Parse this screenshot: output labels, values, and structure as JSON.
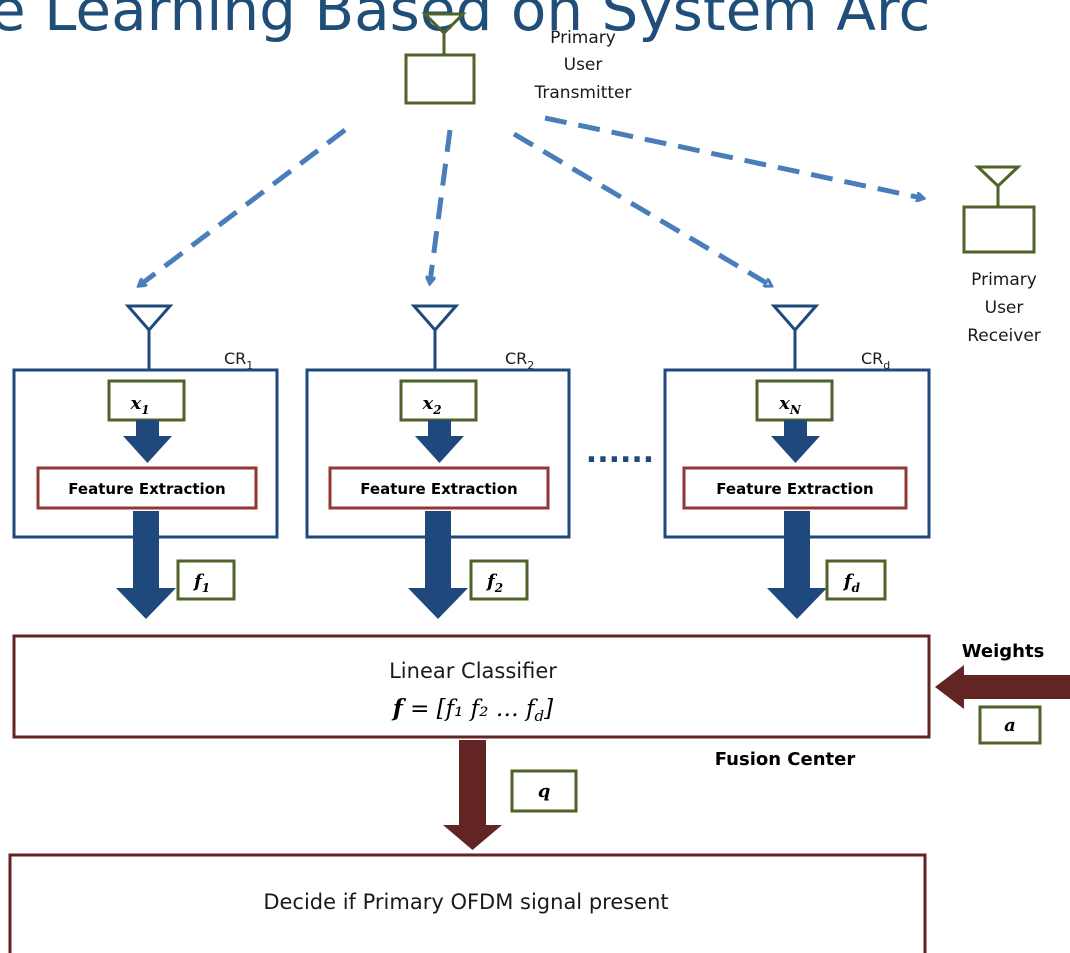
{
  "title_fragment": "e Learning Based on System Arc",
  "primary_tx": {
    "line1": "Primary",
    "line2": "User",
    "line3": "Transmitter"
  },
  "primary_rx": {
    "line1": "Primary",
    "line2": "User",
    "line3": "Receiver"
  },
  "radios": [
    {
      "label": "CR",
      "sub": "1",
      "input": "x",
      "input_sub": "1",
      "block": "Feature Extraction",
      "feature": "f",
      "feature_sub": "1"
    },
    {
      "label": "CR",
      "sub": "2",
      "input": "x",
      "input_sub": "2",
      "block": "Feature Extraction",
      "feature": "f",
      "feature_sub": "2"
    },
    {
      "label": "CR",
      "sub": "d",
      "input": "x",
      "input_sub": "N",
      "block": "Feature Extraction",
      "feature": "f",
      "feature_sub": "d"
    }
  ],
  "ellipsis": "......",
  "classifier": {
    "title": "Linear Classifier",
    "formula_lhs": "f",
    "formula_rhs": " = [f₁ f₂ … f",
    "formula_rhs_sub": "d",
    "formula_close": "]"
  },
  "weights": {
    "label": "Weights",
    "symbol": "a"
  },
  "fusion_center": "Fusion Center",
  "output_symbol": "q",
  "decision": "Decide if Primary OFDM signal present",
  "colors": {
    "title": "#1f4e79",
    "antenna": "#4f6228",
    "box_green": "#4f6228",
    "cr_box": "#1f497d",
    "dashed": "#4a7ebb",
    "blue_arrow": "#1f497d",
    "red_box": "#943634",
    "dark_arrow": "#632523",
    "black_box": "#632523"
  }
}
